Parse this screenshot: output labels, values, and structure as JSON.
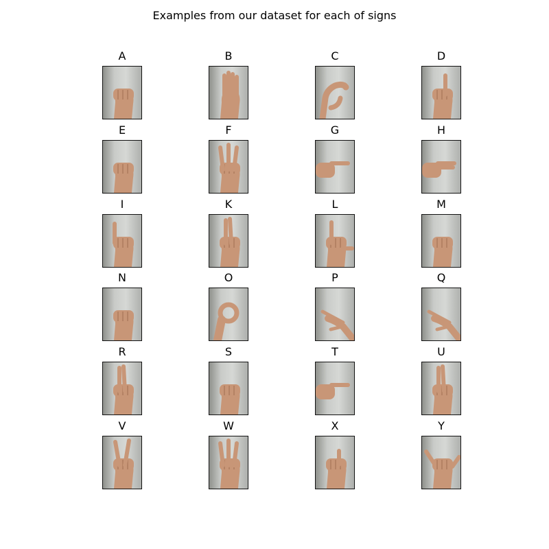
{
  "figure": {
    "title": "Examples from our dataset for each of signs"
  },
  "signs": [
    {
      "label": "A",
      "icon": "hand-fist-thumb-side-icon"
    },
    {
      "label": "B",
      "icon": "hand-flat-fingers-up-icon"
    },
    {
      "label": "C",
      "icon": "hand-c-curve-icon"
    },
    {
      "label": "D",
      "icon": "hand-index-up-icon"
    },
    {
      "label": "E",
      "icon": "hand-fingers-curled-icon"
    },
    {
      "label": "F",
      "icon": "hand-three-fingers-up-icon"
    },
    {
      "label": "G",
      "icon": "hand-point-sideways-icon"
    },
    {
      "label": "H",
      "icon": "hand-two-fingers-sideways-icon"
    },
    {
      "label": "I",
      "icon": "hand-pinky-up-icon"
    },
    {
      "label": "K",
      "icon": "hand-two-fingers-up-icon"
    },
    {
      "label": "L",
      "icon": "hand-l-shape-icon"
    },
    {
      "label": "M",
      "icon": "hand-fist-icon"
    },
    {
      "label": "N",
      "icon": "hand-fist-icon"
    },
    {
      "label": "O",
      "icon": "hand-o-circle-icon"
    },
    {
      "label": "P",
      "icon": "hand-point-down-sideways-icon"
    },
    {
      "label": "Q",
      "icon": "hand-point-down-icon"
    },
    {
      "label": "R",
      "icon": "hand-crossed-fingers-icon"
    },
    {
      "label": "S",
      "icon": "hand-fist-icon"
    },
    {
      "label": "T",
      "icon": "hand-point-sideways-icon"
    },
    {
      "label": "U",
      "icon": "hand-two-fingers-together-icon"
    },
    {
      "label": "V",
      "icon": "hand-v-sign-icon"
    },
    {
      "label": "W",
      "icon": "hand-three-fingers-up-icon"
    },
    {
      "label": "X",
      "icon": "hand-hooked-index-icon"
    },
    {
      "label": "Y",
      "icon": "hand-y-shape-icon"
    }
  ]
}
